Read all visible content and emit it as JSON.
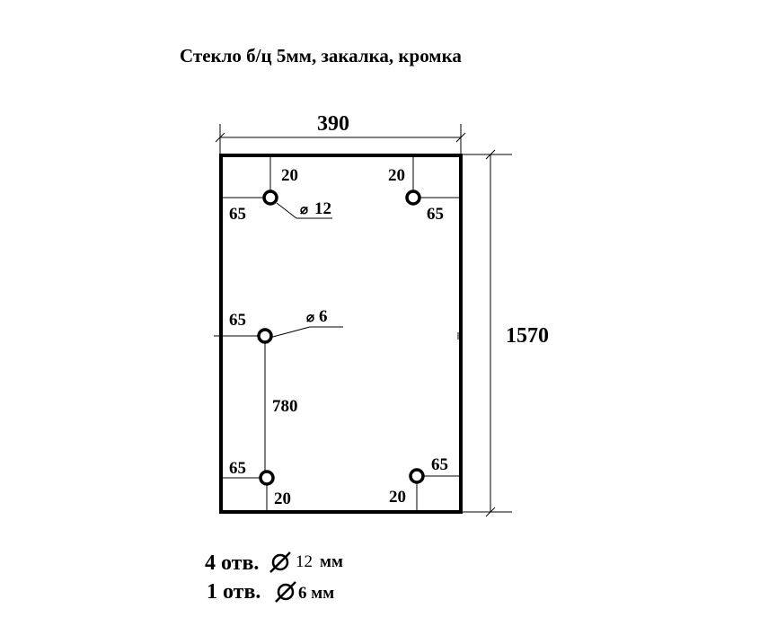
{
  "title": "Стекло б/ц 5мм, закалка, кромка",
  "dimensions": {
    "width": "390",
    "height": "1570",
    "spacing_780": "780"
  },
  "hole_labels": {
    "tl_top": "20",
    "tl_side": "65",
    "tr_top": "20",
    "tr_side": "65",
    "mid_side": "65",
    "bl_side": "65",
    "bl_bottom": "20",
    "br_side": "65",
    "br_bottom": "20"
  },
  "diameter_labels": {
    "large": "12",
    "small": "6",
    "symbol": "⌀"
  },
  "notes": {
    "line1_count": "4 отв.",
    "line1_size": "12",
    "line1_unit": "мм",
    "line2_count": "1 отв.",
    "line2_size": "6 мм"
  }
}
